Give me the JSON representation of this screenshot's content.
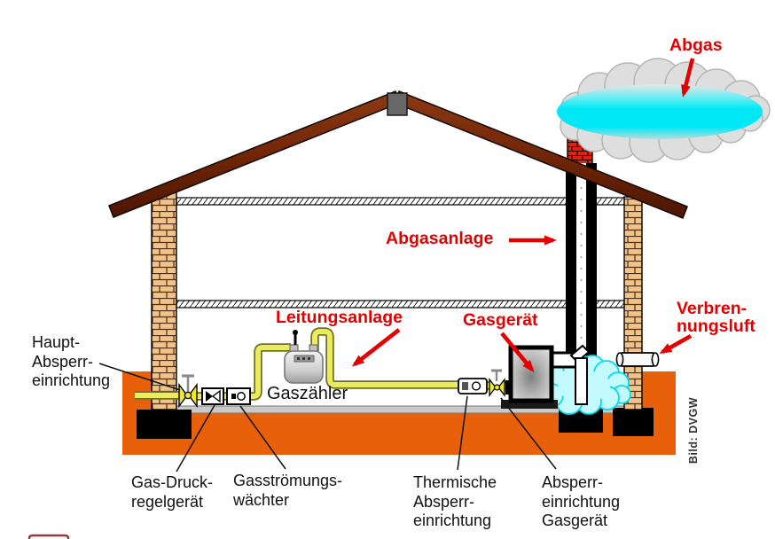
{
  "figure": {
    "description": "Sectional diagram of a building gas installation (DVGW)",
    "credit": "Bild: DVGW"
  },
  "annotations": {
    "abgas": "Abgas",
    "abgasanlage": "Abgasanlage",
    "leitungsanlage": "Leitungsanlage",
    "gasgeraet": "Gasgerät",
    "verbrennungsluft": "Verbren-\nnungsluft"
  },
  "components": {
    "haupt_absperreinrichtung": "Haupt-\nAbsperr-\neinrichtung",
    "gaszaehler": "Gaszähler",
    "gas_druckregelgeraet": "Gas-Druck-\nregelgerät",
    "gasstroemungswaechter": "Gasströmungs-\nwächter",
    "thermische_absperreinrichtung": "Thermische\nAbsperr-\neinrichtung",
    "absperreinrichtung_gasgeraet": "Absperr-\neinrichtung\nGasgerät"
  },
  "colors": {
    "annotation_red": "#e40000",
    "pipe_yellow": "#ebeb5e",
    "ground_orange": "#e8610a",
    "exhaust_cyan": "#00e8f6",
    "wall_brick_tan": "#f2c389",
    "chimney_brick_red": "#e02010",
    "roof_brown": "#7a2a08",
    "label_black": "#111111"
  }
}
